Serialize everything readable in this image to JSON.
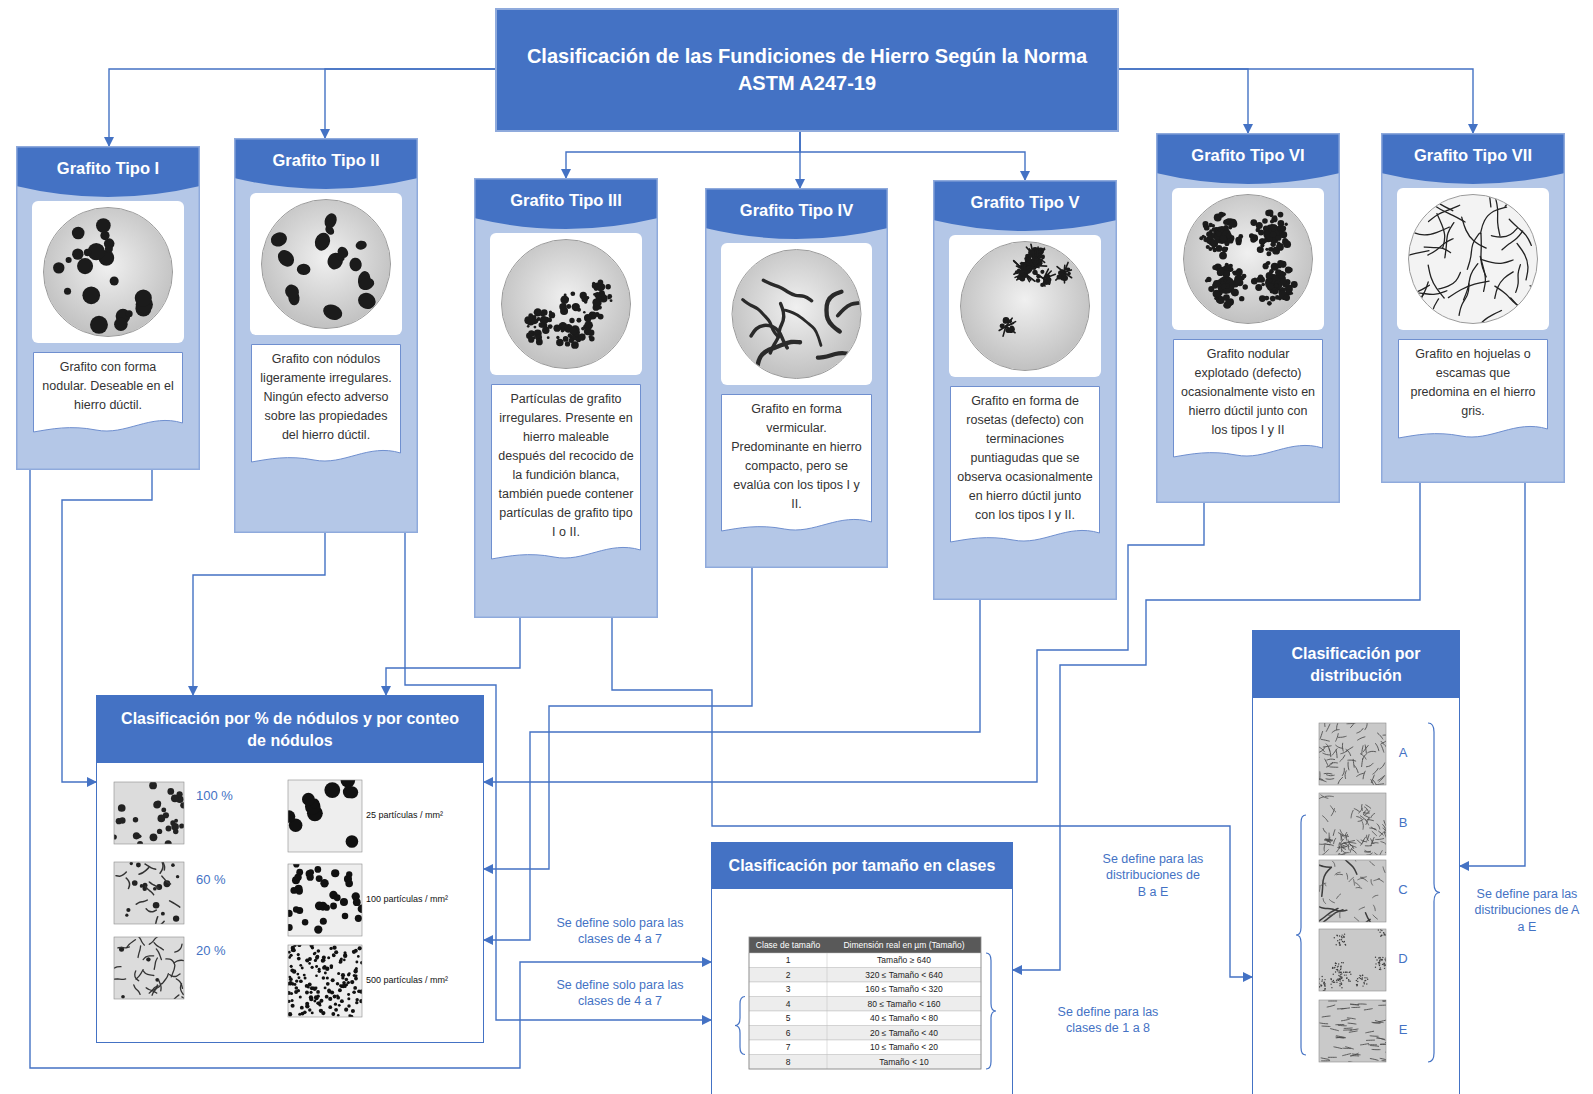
{
  "diagram": {
    "nodes": [
      {
        "text": [
          "Clasificación de las Fundiciones de Hierro Según la Norma ASTM A247-19"
        ]
      },
      {
        "text": [
          "Grafito Tipo I"
        ]
      },
      {
        "text": [
          "Grafito con forma nodular. Deseable en el hierro dúctil."
        ],
        "in": 1
      },
      {
        "text": [
          "Grafito Tipo II"
        ]
      },
      {
        "text": [
          "Grafito con nódulos ligeramente irregulares. Ningún efecto adverso sobre las propiedades del hierro dúctil."
        ],
        "in": 3
      },
      {
        "text": [
          "Grafito Tipo III"
        ]
      },
      {
        "text": [
          "Partículas de grafito irregulares. Presente en hierro maleable después del recocido de la fundición blanca, también puede contener partículas de grafito tipo I o II."
        ],
        "in": 5
      },
      {
        "text": [
          "Grafito Tipo IV"
        ]
      },
      {
        "text": [
          "Grafito en forma vermicular. Predominante en hierro compacto, pero se evalúa con los tipos I y II."
        ],
        "in": 7
      },
      {
        "text": [
          "Grafito Tipo V"
        ]
      },
      {
        "text": [
          "Grafito en forma de rosetas (defecto) con terminaciones puntiagudas que se observa ocasionalmente en hierro dúctil junto con los tipos I y II."
        ],
        "in": 9
      },
      {
        "text": [
          "Grafito Tipo VI"
        ]
      },
      {
        "text": [
          "Grafito nodular explotado (defecto) ocasionalmente visto en hierro dúctil junto con los tipos I y II"
        ],
        "in": 11
      },
      {
        "text": [
          "Grafito Tipo VII"
        ]
      },
      {
        "text": [
          "Grafito en hojuelas o escamas que predomina en el hierro gris."
        ],
        "in": 13
      },
      {
        "text": [
          "Clasificación por % de nódulos y por conteo de nódulos"
        ]
      },
      {
        "text": [
          "Clasificación por tamaño en clases"
        ]
      },
      {
        "text": [
          "Clasificación por distribución"
        ]
      }
    ],
    "edges": [
      {
        "from": 0,
        "to": 1,
        "arrow": "to"
      },
      {
        "from": 0,
        "to": 3,
        "arrow": "to"
      },
      {
        "from": 0,
        "to": 5,
        "arrow": "to"
      },
      {
        "from": 0,
        "to": 7,
        "arrow": "to"
      },
      {
        "from": 0,
        "to": 9,
        "arrow": "to"
      },
      {
        "from": 0,
        "to": 11,
        "arrow": "to"
      },
      {
        "from": 0,
        "to": 13,
        "arrow": "to"
      },
      {
        "from": 1,
        "to": 15,
        "arrow": "to"
      },
      {
        "from": 3,
        "to": 15,
        "arrow": "to"
      },
      {
        "from": 5,
        "to": 15,
        "arrow": "to"
      },
      {
        "from": 7,
        "to": 15,
        "arrow": "to"
      },
      {
        "from": 9,
        "to": 15,
        "arrow": "to"
      },
      {
        "from": 11,
        "to": 15,
        "arrow": "to"
      },
      {
        "from": 1,
        "to": 16,
        "arrow": "to",
        "label": "Se define solo para las clases de 4 a 7"
      },
      {
        "from": 3,
        "to": 16,
        "arrow": "to",
        "label": "Se define solo para las clases de 4 a 7"
      },
      {
        "from": 5,
        "to": 17,
        "arrow": "to",
        "label": "Se define para las distribuciones de B a E"
      },
      {
        "from": 13,
        "to": 17,
        "arrow": "to",
        "label": "Se define para las distribuciones de A a E"
      },
      {
        "from": 13,
        "to": 16,
        "arrow": "to",
        "label": "Se define para las clases de 1 a 8"
      }
    ],
    "labels": [
      "100 %",
      "60 %",
      "20 %",
      "25 partículas / mm²",
      "100 partículas / mm²",
      "500 partículas / mm²",
      "Clase de tamaño",
      "Dimensión real en µm (Tamaño)",
      "1",
      "Tamaño ≥ 640",
      "2",
      "320 ≤ Tamaño < 640",
      "3",
      "160 ≤ Tamaño < 320",
      "4",
      "80 ≤ Tamaño < 160",
      "5",
      "40 ≤ Tamaño < 80",
      "6",
      "20 ≤ Tamaño < 40",
      "7",
      "10 ≤ Tamaño < 20",
      "8",
      "Tamaño < 10",
      "A",
      "B",
      "C",
      "D",
      "E"
    ]
  }
}
